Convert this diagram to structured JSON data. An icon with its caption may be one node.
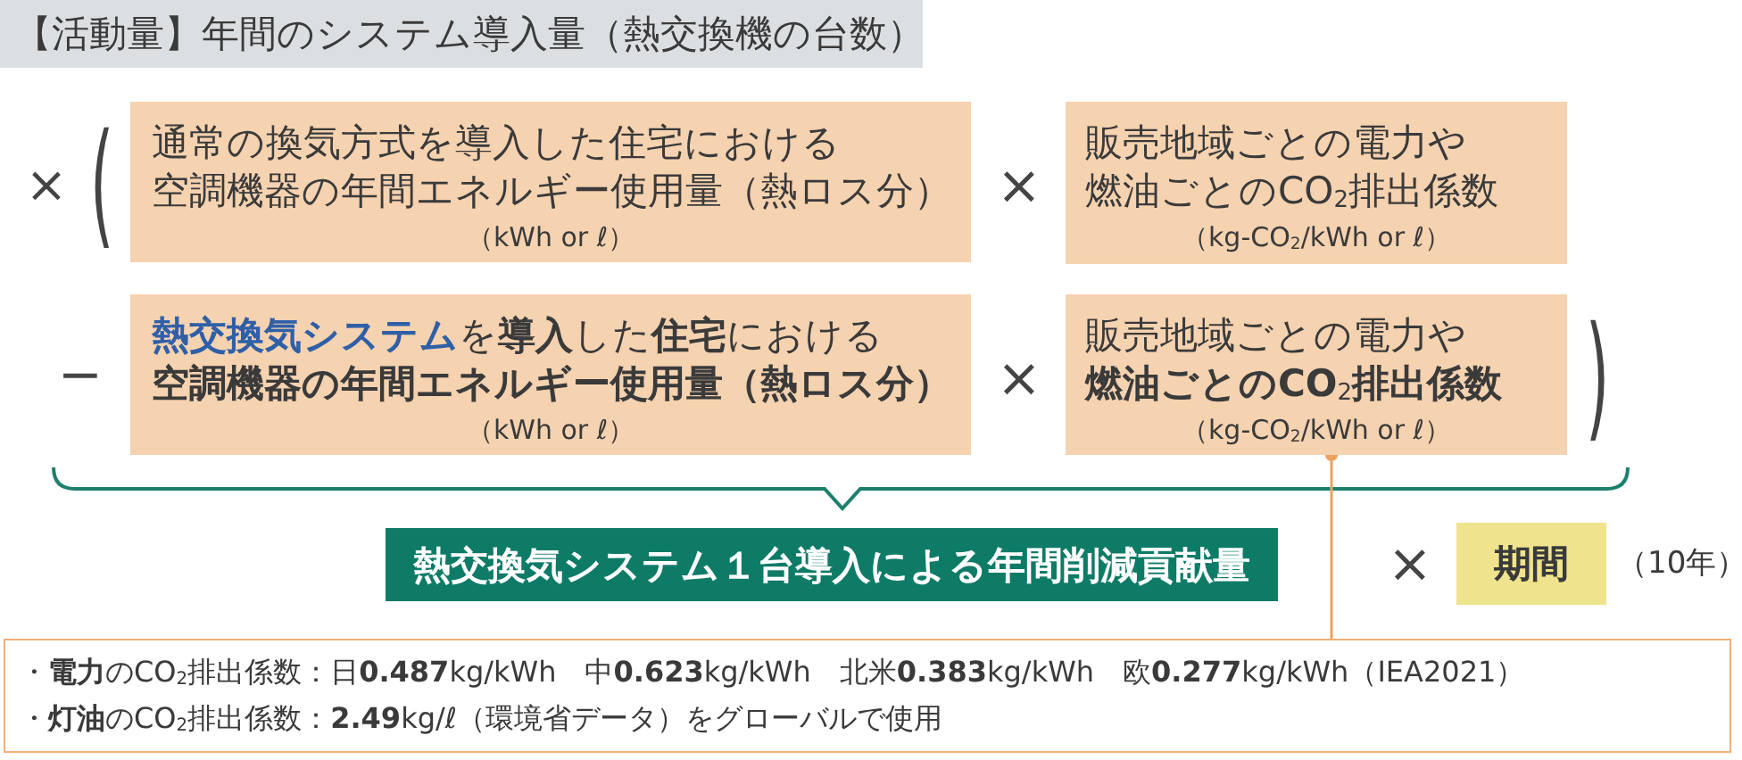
{
  "diagram": {
    "nodes": [
      {
        "text": [
          "【活動量】年間のシステム導入量（熱交換機の台数）"
        ]
      },
      {
        "text": [
          "通常の換気方式を導入した住宅における空調機器の年間エネルギー使用量（熱ロス分）",
          "（kWh or ℓ）"
        ]
      },
      {
        "text": [
          "販売地域ごとの電力や燃油ごとのCO$_{2}$排出係数",
          "（kg-CO$_{2}$/kWh or ℓ）"
        ]
      },
      {
        "text": [
          "**熱交換気システム**を**導入**した**住宅**における**空調機器の年間エネルギー使用量（熱ロス分）**",
          "（kWh or ℓ）"
        ]
      },
      {
        "text": [
          "販売地域ごとの電力や**燃油ごとのCO**$_{2}$**排出係数**",
          "（kg-CO$_{2}$/kWh or ℓ）"
        ]
      },
      {
        "text": [
          "熱交換気システム１台導入による年間削減貢献量"
        ]
      },
      {
        "text": [
          "期間"
        ],
        "beside": [
          "（10年）"
        ]
      },
      {
        "text": [
          "・**電力**のCO$_{2}$排出係数：日**0.487**kg/kWh　中**0.623**kg/kWh　北米**0.383**kg/kWh　欧**0.277**kg/kWh（IEA2021）",
          "・**灯油**のCO$_{2}$排出係数：**2.49**kg/ℓ（環境省データ）をグローバルで使用"
        ]
      }
    ],
    "edges": [
      {
        "from": 7,
        "to": 4,
        "arrow": "other"
      }
    ],
    "labels": [
      "×",
      "(",
      "×",
      "−",
      "×",
      ")",
      "×"
    ]
  }
}
